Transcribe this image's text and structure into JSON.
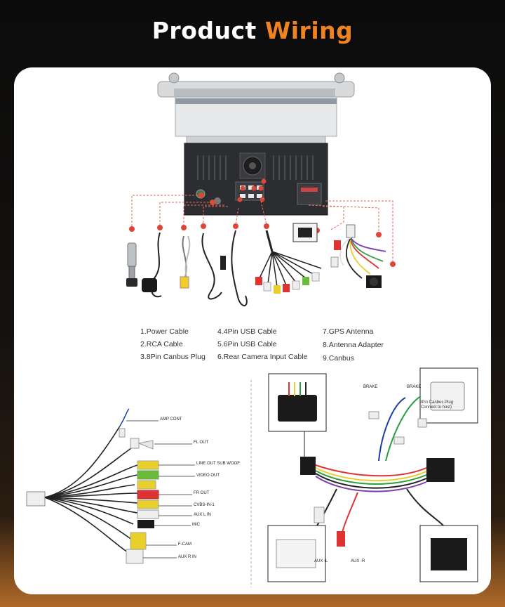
{
  "title": {
    "part1": "Product",
    "part2": "Wiring"
  },
  "legend": {
    "items": [
      "1.Power Cable",
      "2.RCA Cable",
      "3.8Pin Canbus Plug",
      "4.4Pin USB Cable",
      "5.6Pin USB Cable",
      "6.Rear Camera Input Cable",
      "7.GPS Antenna",
      "8.Antenna Adapter",
      "9.Canbus"
    ]
  },
  "rca_labels": {
    "amp_cont": "AMP CONT",
    "fl_out": "FL OUT",
    "line_out": "LINE OUT SUB WOOF",
    "video_out": "VIDEO OUT",
    "fr_out": "FR OUT",
    "cvbs_in": "CVBS-IN-1",
    "aux_l_in": "AUX L IN",
    "mic": "MIC",
    "f_cam": "F-CAM",
    "aux_r_in": "AUX R IN"
  },
  "canbus_labels": {
    "brake1": "BRAKE",
    "brake2": "BRAKE",
    "plug_line1": "8Pin Canbus Plug",
    "plug_line2": "(Connect to host)",
    "aux_l": "AUX -L",
    "aux_r": "AUX -R"
  },
  "colors": {
    "accent": "#f0831f",
    "marker": "#e0453a",
    "leader": "#e06a5a"
  }
}
